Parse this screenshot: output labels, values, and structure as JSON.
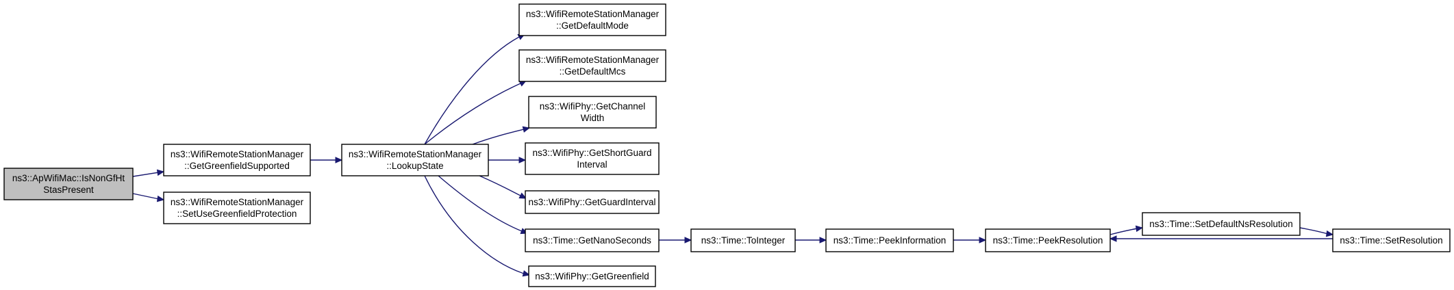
{
  "colors": {
    "edge": "#191970",
    "node_fill": "#ffffff",
    "root_fill": "#bfbfbf",
    "node_border": "#000000"
  },
  "nodes": [
    {
      "id": "n0",
      "lines": [
        "ns3::ApWifiMac::IsNonGfHt",
        "StasPresent"
      ],
      "root": true
    },
    {
      "id": "n1",
      "lines": [
        "ns3::WifiRemoteStationManager",
        "::GetGreenfieldSupported"
      ]
    },
    {
      "id": "n2",
      "lines": [
        "ns3::WifiRemoteStationManager",
        "::SetUseGreenfieldProtection"
      ]
    },
    {
      "id": "n3",
      "lines": [
        "ns3::WifiRemoteStationManager",
        "::LookupState"
      ]
    },
    {
      "id": "n4",
      "lines": [
        "ns3::WifiRemoteStationManager",
        "::GetDefaultMode"
      ]
    },
    {
      "id": "n5",
      "lines": [
        "ns3::WifiRemoteStationManager",
        "::GetDefaultMcs"
      ]
    },
    {
      "id": "n6",
      "lines": [
        "ns3::WifiPhy::GetChannel",
        "Width"
      ]
    },
    {
      "id": "n7",
      "lines": [
        "ns3::WifiPhy::GetShortGuard",
        "Interval"
      ]
    },
    {
      "id": "n8",
      "lines": [
        "ns3::WifiPhy::GetGuardInterval"
      ]
    },
    {
      "id": "n9",
      "lines": [
        "ns3::Time::GetNanoSeconds"
      ]
    },
    {
      "id": "n10",
      "lines": [
        "ns3::WifiPhy::GetGreenfield"
      ]
    },
    {
      "id": "n11",
      "lines": [
        "ns3::Time::ToInteger"
      ]
    },
    {
      "id": "n12",
      "lines": [
        "ns3::Time::PeekInformation"
      ]
    },
    {
      "id": "n13",
      "lines": [
        "ns3::Time::PeekResolution"
      ]
    },
    {
      "id": "n14",
      "lines": [
        "ns3::Time::SetDefaultNsResolution"
      ]
    },
    {
      "id": "n15",
      "lines": [
        "ns3::Time::SetResolution"
      ]
    }
  ],
  "edges": [
    {
      "from": "n0",
      "to": "n1"
    },
    {
      "from": "n0",
      "to": "n2"
    },
    {
      "from": "n1",
      "to": "n3"
    },
    {
      "from": "n3",
      "to": "n4"
    },
    {
      "from": "n3",
      "to": "n5"
    },
    {
      "from": "n3",
      "to": "n6"
    },
    {
      "from": "n3",
      "to": "n7"
    },
    {
      "from": "n3",
      "to": "n8"
    },
    {
      "from": "n3",
      "to": "n9"
    },
    {
      "from": "n3",
      "to": "n10"
    },
    {
      "from": "n9",
      "to": "n11"
    },
    {
      "from": "n11",
      "to": "n12"
    },
    {
      "from": "n12",
      "to": "n13"
    },
    {
      "from": "n13",
      "to": "n14"
    },
    {
      "from": "n14",
      "to": "n15"
    },
    {
      "from": "n15",
      "to": "n13"
    }
  ]
}
